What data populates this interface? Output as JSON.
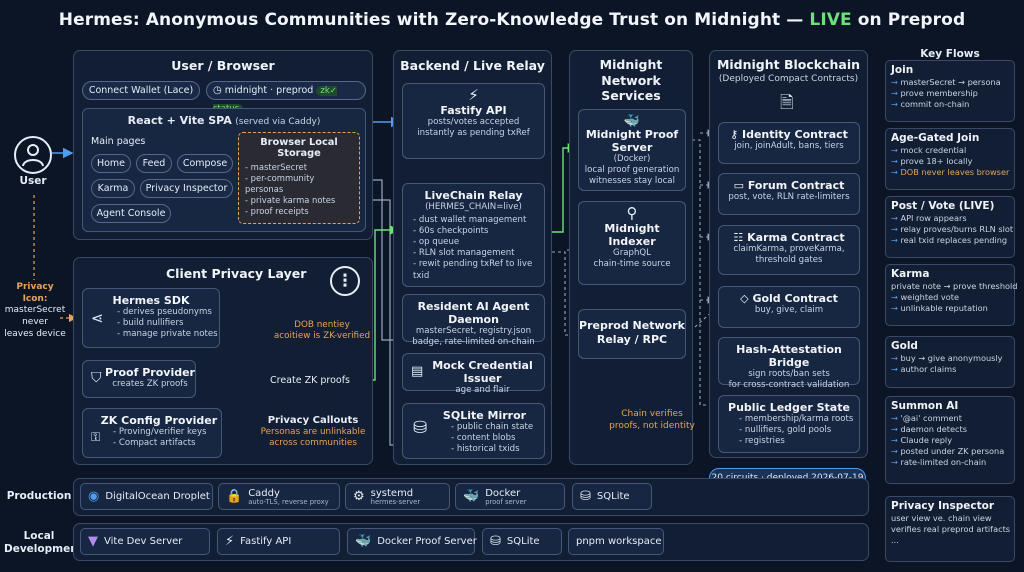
{
  "title": {
    "main": "Hermes: Anonymous Communities with Zero-Knowledge Trust on Midnight — ",
    "live": "LIVE",
    "tail": " on Preprod"
  },
  "user": {
    "label": "User"
  },
  "privacy_icon": {
    "title": "Privacy Icon:",
    "l1": "masterSecret",
    "l2": "never",
    "l3": "leaves device"
  },
  "browser": {
    "title": "User / Browser",
    "connect_wallet": "Connect Wallet (Lace)",
    "network_pill": "midnight · preprod",
    "status_badge": "zk✓ status",
    "spa_title": "React + Vite SPA",
    "spa_sub": "(served via Caddy)",
    "main_pages": "Main pages",
    "pages": [
      "Home",
      "Feed",
      "Compose",
      "Karma",
      "Privacy Inspector",
      "Agent Console"
    ],
    "storage_title": "Browser Local Storage",
    "storage_items": [
      "- masterSecret",
      "- per-community personas",
      "- private karma notes",
      "- proof receipts"
    ]
  },
  "privacy_layer": {
    "title": "Client Privacy Layer",
    "sdk_title": "Hermes SDK",
    "sdk_items": [
      "- derives pseudonyms",
      "- build nullifiers",
      "- manage private notes"
    ],
    "proof_title": "Proof Provider",
    "proof_sub": "creates ZK proofs",
    "zkcfg_title": "ZK Config Provider",
    "zkcfg_items": [
      "- Proving/verifier keys",
      "- Compact artifacts"
    ],
    "dob_note_1": "DOB nentiey",
    "dob_note_2": "acoitiew is ZK-verified",
    "create_zk": "Create ZK proofs",
    "callouts_title": "Privacy Callouts",
    "callouts_1": "Personas are unlinkable",
    "callouts_2": "across communities"
  },
  "backend": {
    "title": "Backend / Live Relay",
    "fastify_title": "Fastify API",
    "fastify_1": "posts/votes accepted",
    "fastify_2": "instantly as pending txRef",
    "relay_title": "LiveChain Relay",
    "relay_sub": "(HERMES_CHAIN=live)",
    "relay_items": [
      "- dust wallet management",
      "- 60s checkpoints",
      "- op queue",
      "- RLN slot management",
      "- rewit pending txRef to live txid"
    ],
    "agent_title": "Resident AI Agent Daemon",
    "agent_1": "masterSecret, registry.json",
    "agent_2": "badge, rate-limited on-chain",
    "mock_title": "Mock Credential Issuer",
    "mock_sub": "age and flair",
    "sqlite_title": "SQLite Mirror",
    "sqlite_items": [
      "- public chain state",
      "- content blobs",
      "- historical txids"
    ]
  },
  "network": {
    "title_1": "Midnight Network",
    "title_2": "Services",
    "proof_title": "Midnight Proof Server",
    "proof_sub": "(Docker)",
    "proof_1": "local proof generation",
    "proof_2": "witnesses stay local",
    "indexer_title": "Midnight Indexer",
    "indexer_sub": "GraphQL",
    "indexer_2": "chain-time source",
    "rpc_title": "Preprod Network Relay / RPC",
    "chain_note_1": "Chain verifies",
    "chain_note_2": "proofs, not identity"
  },
  "blockchain": {
    "title": "Midnight Blockchain",
    "subtitle": "(Deployed Compact Contracts)",
    "identity_title": "Identity Contract",
    "identity_sub": "join, joinAdult, bans, tiers",
    "forum_title": "Forum Contract",
    "forum_sub": "post, vote, RLN rate-limiters",
    "karma_title": "Karma Contract",
    "karma_1": "claimKarma, proveKarma,",
    "karma_2": "threshold gates",
    "gold_title": "Gold Contract",
    "gold_sub": "buy, give, claim",
    "hash_title": "Hash-Attestation Bridge",
    "hash_1": "sign roots/ban sets",
    "hash_2": "for cross-contract validation",
    "ledger_title": "Public Ledger State",
    "ledger_items": [
      "- membership/karma roots",
      "- nullifiers, gold pools",
      "- registries"
    ],
    "deploy_badge": "20 circuits · deployed 2026-07-19"
  },
  "flows": {
    "title": "Key Flows",
    "join": {
      "title": "Join",
      "lines": [
        "masterSecret → persona",
        "prove membership",
        "commit on-chain"
      ]
    },
    "age": {
      "title": "Age-Gated Join",
      "lines": [
        "mock credential",
        "prove 18+ locally",
        "DOB never leaves browser"
      ]
    },
    "post": {
      "title": "Post / Vote (LIVE)",
      "lines": [
        "API row appears",
        "relay proves/burns RLN slot",
        "real txid replaces pending"
      ]
    },
    "karma": {
      "title": "Karma",
      "lines": [
        "private note → prove threshold",
        "weighted vote",
        "unlinkable reputation"
      ]
    },
    "gold": {
      "title": "Gold",
      "lines": [
        "buy → give anonymously",
        "author claims"
      ]
    },
    "summon": {
      "title": "Summon AI",
      "lines": [
        "'@ai' comment",
        "daemon detects",
        "Claude reply",
        "posted under ZK persona",
        "rate-limited on-chain"
      ]
    },
    "inspector": {
      "title": "Privacy Inspector",
      "lines": [
        "user view ve. chain view",
        "verifies real preprod artifacts",
        "..."
      ]
    }
  },
  "production": {
    "label": "Production",
    "items": [
      {
        "name": "DigitalOcean Droplet",
        "sub": ""
      },
      {
        "name": "Caddy",
        "sub": "auto-TLS, reverse proxy"
      },
      {
        "name": "systemd",
        "sub": "hermes-server"
      },
      {
        "name": "Docker",
        "sub": "proof server"
      },
      {
        "name": "SQLite",
        "sub": ""
      }
    ]
  },
  "local": {
    "label_1": "Local",
    "label_2": "Development",
    "items": [
      "Vite Dev Server",
      "Fastify API",
      "Docker Proof Server",
      "SQLite",
      "pnpm workspace"
    ]
  },
  "colors": {
    "background": "#0c1526",
    "panel": "#121e33",
    "card": "#172641",
    "blue_line": "#4f9cf0",
    "green_line": "#6ee07a",
    "orange_line": "#e6a35a",
    "live": "#6ee07a"
  }
}
